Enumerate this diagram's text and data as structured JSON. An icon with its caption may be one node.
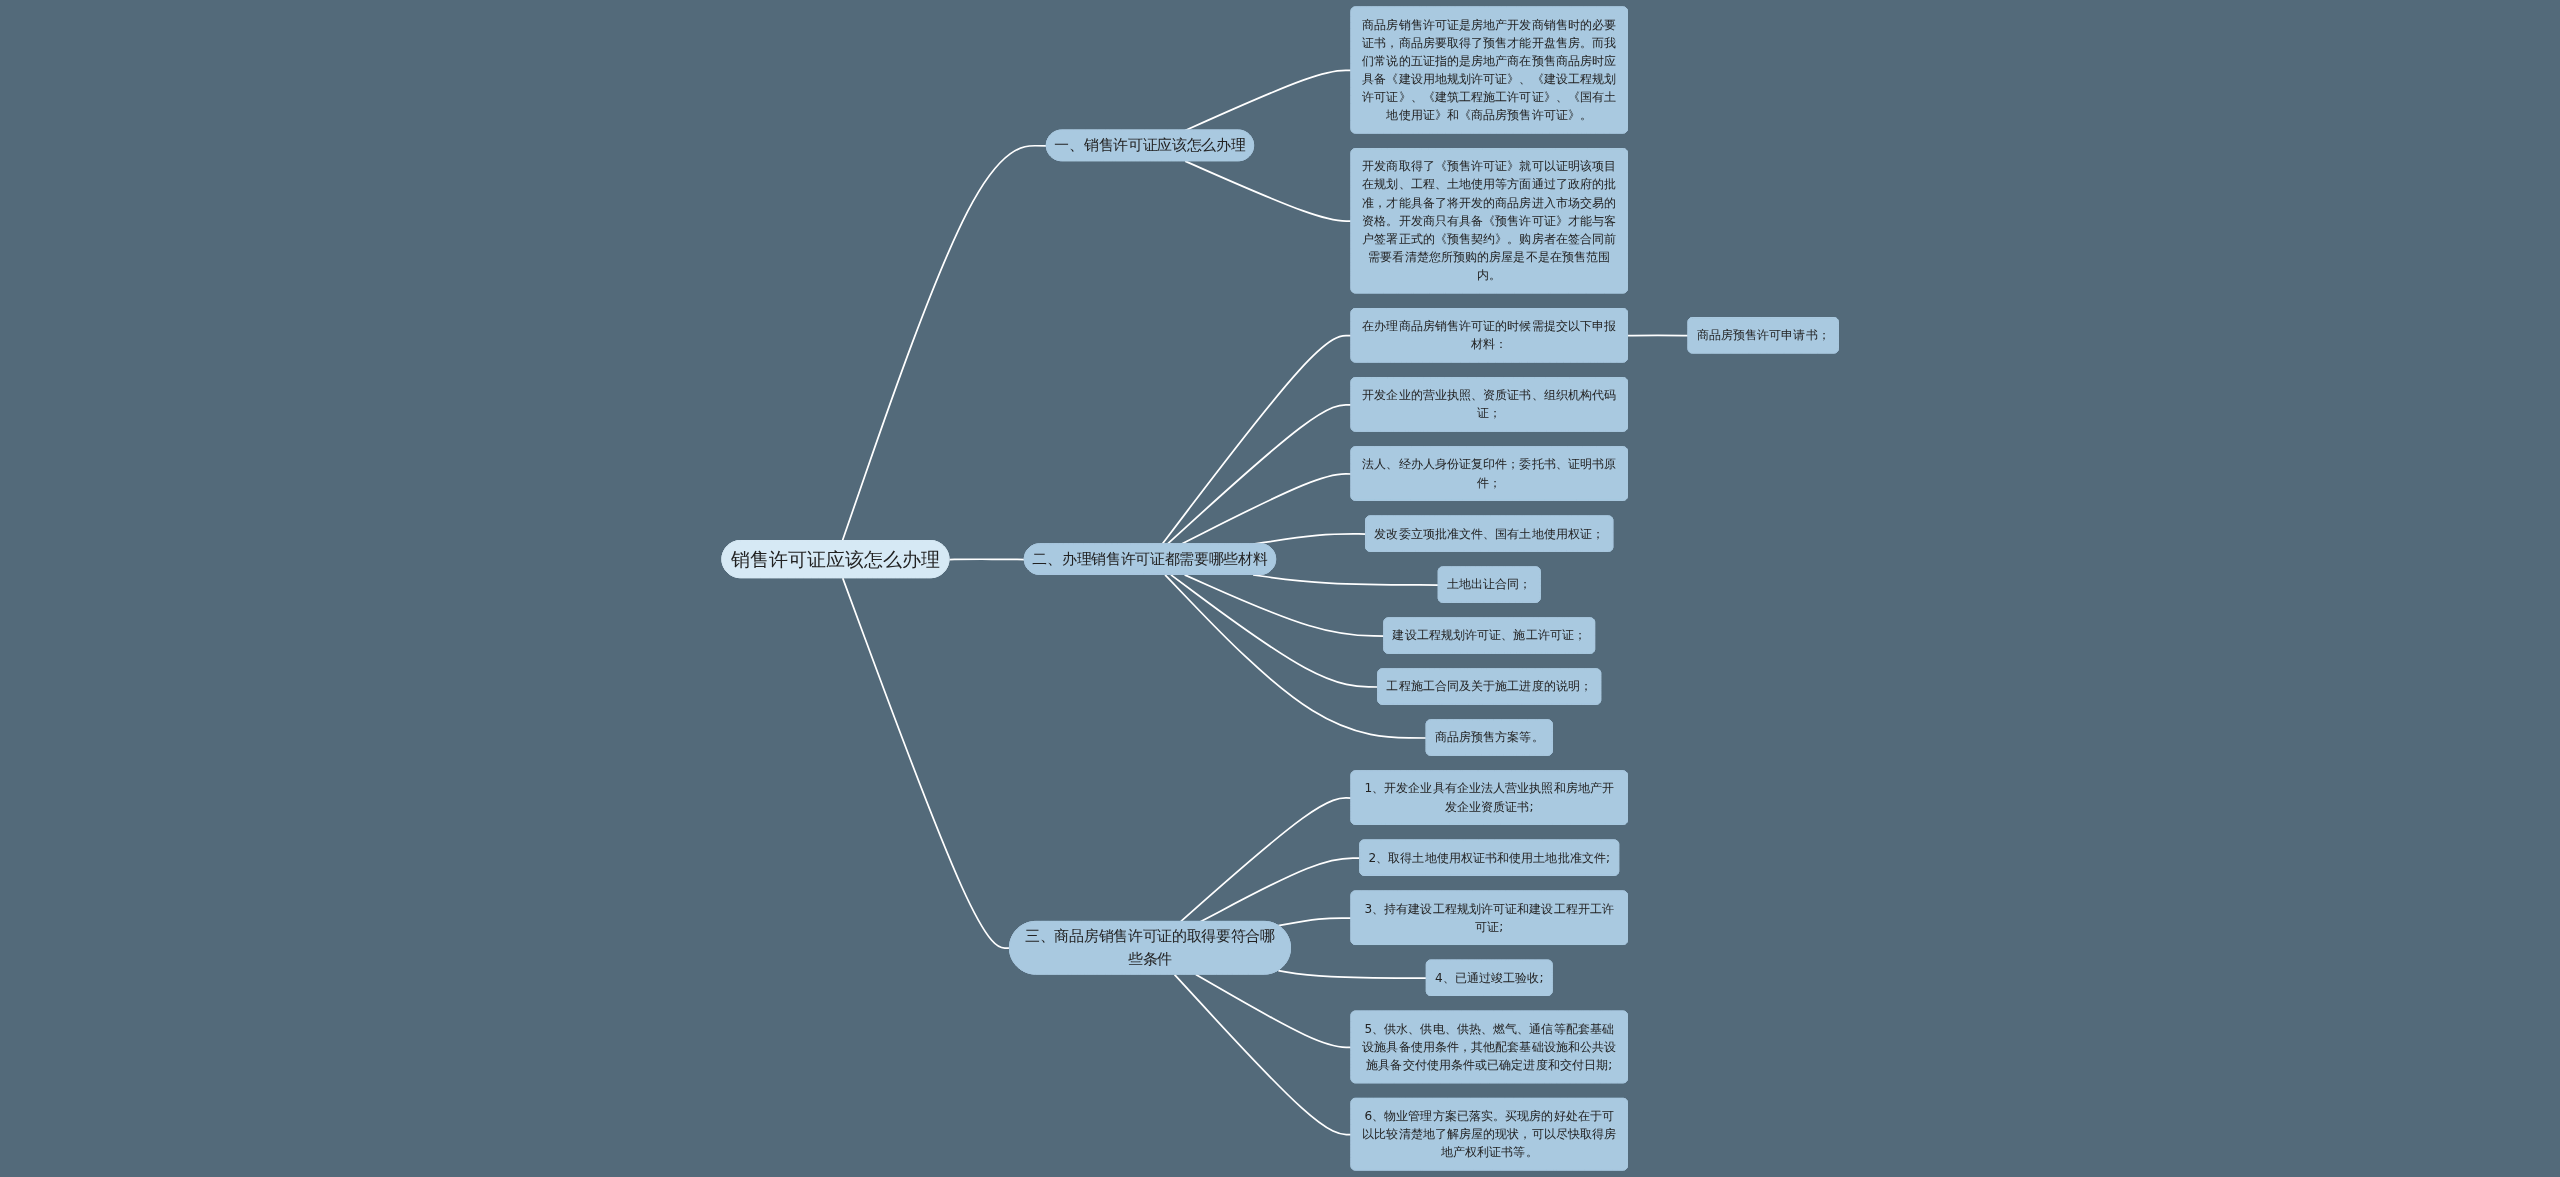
{
  "diagram": {
    "nodes": [
      {
        "text": [
          "销售许可证应该怎么办理"
        ]
      },
      {
        "text": [
          "一、销售许可证应该怎么办理"
        ]
      },
      {
        "text": [
          "商品房销售许可证是房地产开发商销售时的必要证书，商品房要取得了预售才能开盘售房。而我们常说的五证指的是房地产商在预售商品房时应具备《建设用地规划许可证》、《建设工程规划许可证》、《建筑工程施工许可证》、《国有土地使用证》和《商品房预售许可证》。"
        ]
      },
      {
        "text": [
          "开发商取得了《预售许可证》就可以证明该项目在规划、工程、土地使用等方面通过了政府的批准，才能具备了将开发的商品房进入市场交易的资格。开发商只有具备《预售许可证》才能与客户签署正式的《预售契约》。购房者在签合同前需要看清楚您所预购的房屋是不是在预售范围内。"
        ]
      },
      {
        "text": [
          "二、办理销售许可证都需要哪些材料"
        ]
      },
      {
        "text": [
          "在办理商品房销售许可证的时候需提交以下申报材料："
        ]
      },
      {
        "text": [
          "商品房预售许可申请书；"
        ]
      },
      {
        "text": [
          "开发企业的营业执照、资质证书、组织机构代码证；"
        ]
      },
      {
        "text": [
          "法人、经办人身份证复印件；委托书、证明书原件；"
        ]
      },
      {
        "text": [
          "发改委立项批准文件、国有土地使用权证；"
        ]
      },
      {
        "text": [
          "土地出让合同；"
        ]
      },
      {
        "text": [
          "建设工程规划许可证、施工许可证；"
        ]
      },
      {
        "text": [
          "工程施工合同及关于施工进度的说明；"
        ]
      },
      {
        "text": [
          "商品房预售方案等。"
        ]
      },
      {
        "text": [
          "三、商品房销售许可证的取得要符合哪些条件"
        ]
      },
      {
        "text": [
          "1、开发企业具有企业法人营业执照和房地产开发企业资质证书;"
        ]
      },
      {
        "text": [
          "2、取得土地使用权证书和使用土地批准文件;"
        ]
      },
      {
        "text": [
          "3、持有建设工程规划许可证和建设工程开工许可证;"
        ]
      },
      {
        "text": [
          "4、已通过竣工验收;"
        ]
      },
      {
        "text": [
          "5、供水、供电、供热、燃气、通信等配套基础设施具备使用条件，其他配套基础设施和公共设施具备交付使用条件或已确定进度和交付日期;"
        ]
      },
      {
        "text": [
          "6、物业管理方案已落实。买现房的好处在于可以比较清楚地了解房屋的现状，可以尽快取得房地产权利证书等。"
        ]
      }
    ],
    "edges": [
      {
        "from": 0,
        "to": 1,
        "arrow": "none"
      },
      {
        "from": 1,
        "to": 2,
        "arrow": "none"
      },
      {
        "from": 1,
        "to": 3,
        "arrow": "none"
      },
      {
        "from": 0,
        "to": 4,
        "arrow": "none"
      },
      {
        "from": 4,
        "to": 5,
        "arrow": "none"
      },
      {
        "from": 5,
        "to": 6,
        "arrow": "none"
      },
      {
        "from": 4,
        "to": 7,
        "arrow": "none"
      },
      {
        "from": 4,
        "to": 8,
        "arrow": "none"
      },
      {
        "from": 4,
        "to": 9,
        "arrow": "none"
      },
      {
        "from": 4,
        "to": 10,
        "arrow": "none"
      },
      {
        "from": 4,
        "to": 11,
        "arrow": "none"
      },
      {
        "from": 4,
        "to": 12,
        "arrow": "none"
      },
      {
        "from": 4,
        "to": 13,
        "arrow": "none"
      },
      {
        "from": 0,
        "to": 14,
        "arrow": "none"
      },
      {
        "from": 14,
        "to": 15,
        "arrow": "none"
      },
      {
        "from": 14,
        "to": 16,
        "arrow": "none"
      },
      {
        "from": 14,
        "to": 17,
        "arrow": "none"
      },
      {
        "from": 14,
        "to": 18,
        "arrow": "none"
      },
      {
        "from": 14,
        "to": 19,
        "arrow": "none"
      },
      {
        "from": 14,
        "to": 20,
        "arrow": "none"
      }
    ]
  }
}
